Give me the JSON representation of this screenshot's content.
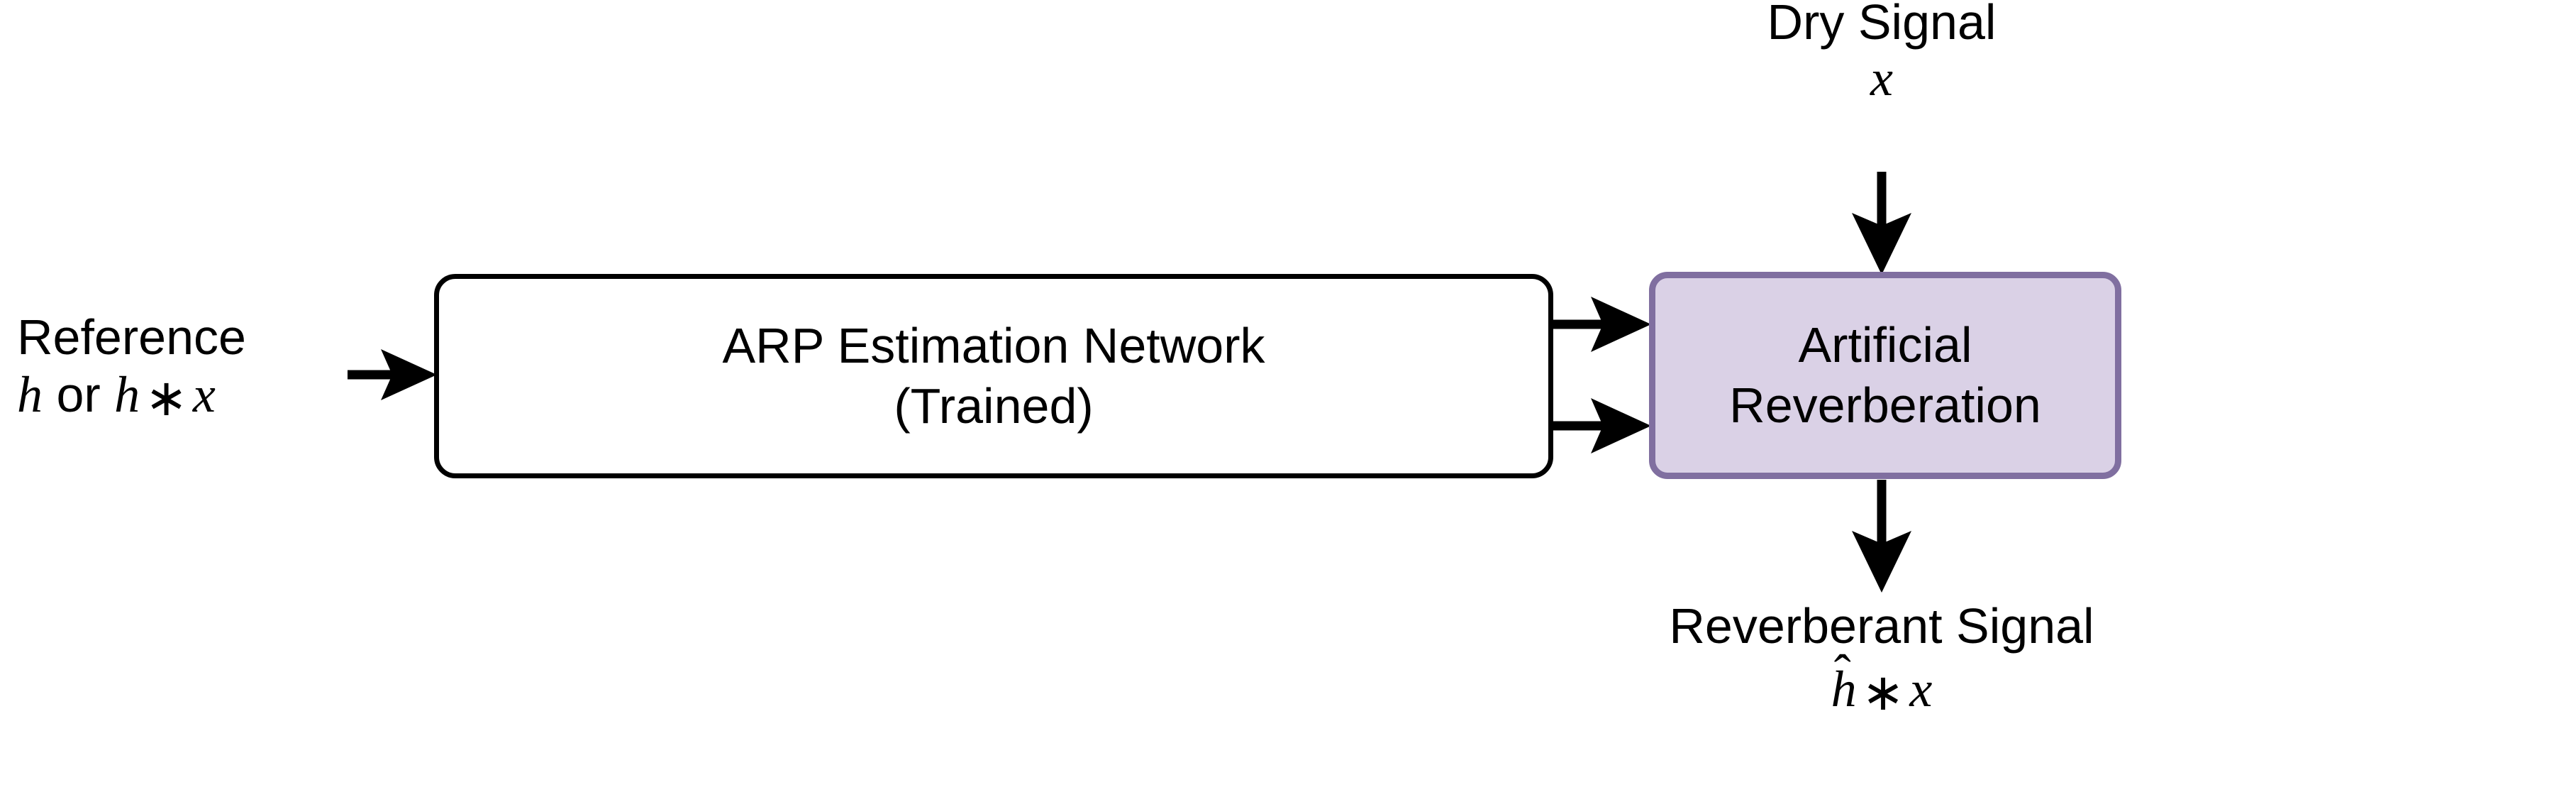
{
  "diagram": {
    "title": "ARP Estimation and Artificial Reverberation pipeline",
    "colors": {
      "stroke": "#000000",
      "reverb_border": "#806FA0",
      "reverb_fill": "#DAD1E6",
      "background": "#ffffff"
    }
  },
  "nodes": {
    "network_box": {
      "line1": "ARP Estimation Network",
      "line2": "(Trained)"
    },
    "reverb_box": {
      "line1": "Artificial",
      "line2": "Reverberation"
    }
  },
  "labels": {
    "reference": {
      "title": "Reference",
      "math_h": "h",
      "math_or": "or",
      "math_h2": "h",
      "math_op": "∗",
      "math_x": "x"
    },
    "dry_signal": {
      "title": "Dry Signal",
      "math_x": "x"
    },
    "reverberant_signal": {
      "title": "Reverberant Signal",
      "math_hhat": "h",
      "math_hat": "ˆ",
      "math_op": "∗",
      "math_x": "x"
    }
  },
  "icons": {
    "arrow_reference_in": "arrow-right-icon",
    "arrow_net_out_top": "arrow-right-icon",
    "arrow_net_out_bottom": "arrow-right-icon",
    "arrow_dry_in": "arrow-down-icon",
    "arrow_reverb_out": "arrow-down-icon"
  }
}
